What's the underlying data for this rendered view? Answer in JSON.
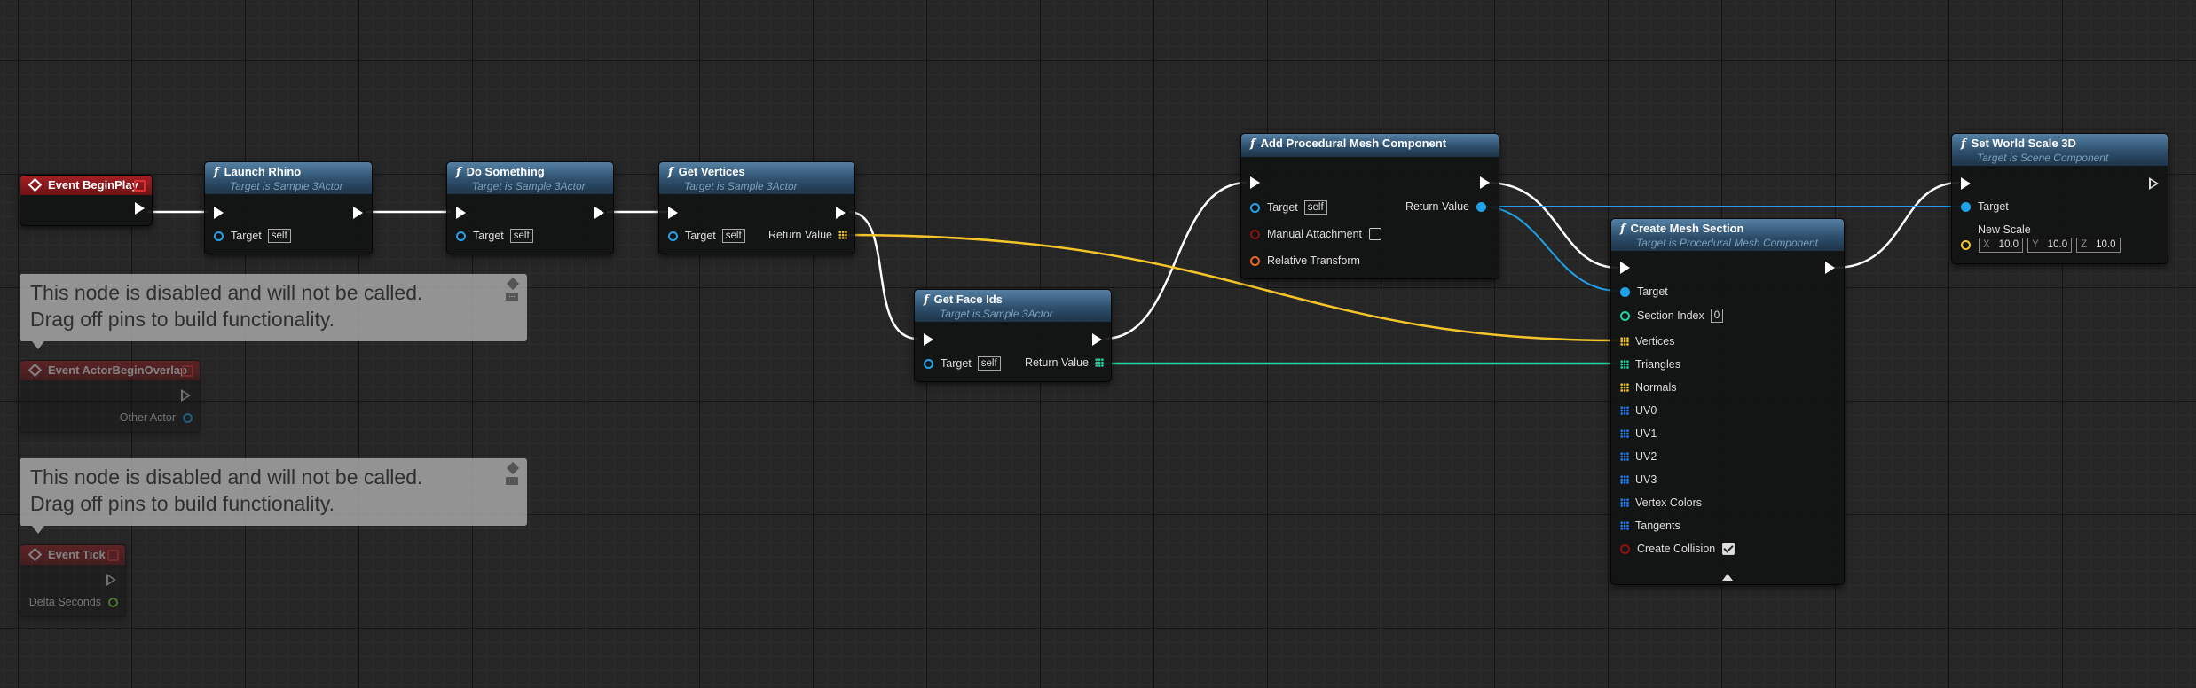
{
  "colors": {
    "exec_wire": "#ffffff",
    "vector_wire": "#f4c52b",
    "int_wire": "#1ed7a0",
    "object_wire": "#1fa2e8",
    "event_header": "#8e1a1e",
    "function_header": "#3a6282"
  },
  "comments": [
    {
      "line1": "This node is disabled and will not be called.",
      "line2": "Drag off pins to build functionality."
    },
    {
      "line1": "This node is disabled and will not be called.",
      "line2": "Drag off pins to build functionality."
    }
  ],
  "events": {
    "begin_play": {
      "title": "Event BeginPlay"
    },
    "begin_overlap": {
      "title": "Event ActorBeginOverlap",
      "pin": "Other Actor"
    },
    "tick": {
      "title": "Event Tick",
      "pin": "Delta Seconds"
    }
  },
  "nodes": {
    "launch_rhino": {
      "title": "Launch Rhino",
      "subtitle": "Target is Sample 3Actor",
      "target_label": "Target",
      "target_value": "self"
    },
    "do_something": {
      "title": "Do Something",
      "subtitle": "Target is Sample 3Actor",
      "target_label": "Target",
      "target_value": "self"
    },
    "get_vertices": {
      "title": "Get Vertices",
      "subtitle": "Target is Sample 3Actor",
      "target_label": "Target",
      "target_value": "self",
      "return_label": "Return Value"
    },
    "get_face_ids": {
      "title": "Get Face Ids",
      "subtitle": "Target is Sample 3Actor",
      "target_label": "Target",
      "target_value": "self",
      "return_label": "Return Value"
    },
    "add_proc_mesh": {
      "title": "Add Procedural Mesh Component",
      "target_label": "Target",
      "target_value": "self",
      "manual_attachment": "Manual Attachment",
      "relative_transform": "Relative Transform",
      "return_label": "Return Value"
    },
    "create_mesh_section": {
      "title": "Create Mesh Section",
      "subtitle": "Target is Procedural Mesh Component",
      "target_label": "Target",
      "section_index_label": "Section Index",
      "section_index_value": "0",
      "vertices": "Vertices",
      "triangles": "Triangles",
      "normals": "Normals",
      "uv0": "UV0",
      "uv1": "UV1",
      "uv2": "UV2",
      "uv3": "UV3",
      "vertex_colors": "Vertex Colors",
      "tangents": "Tangents",
      "create_collision": "Create Collision",
      "create_collision_checked": true
    },
    "set_world_scale": {
      "title": "Set World Scale 3D",
      "subtitle": "Target is Scene Component",
      "target_label": "Target",
      "new_scale_label": "New Scale",
      "x_label": "X",
      "x_value": "10.0",
      "y_label": "Y",
      "y_value": "10.0",
      "z_label": "Z",
      "z_value": "10.0"
    }
  }
}
